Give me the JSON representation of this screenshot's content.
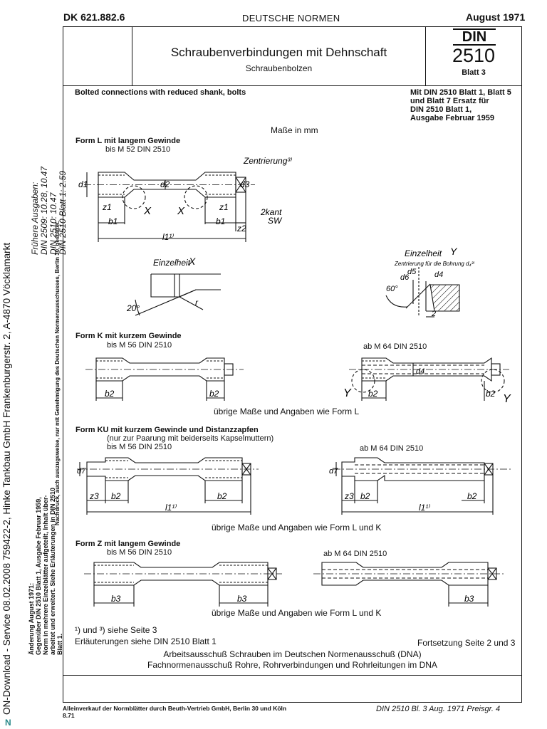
{
  "header": {
    "dk": "DK 621.882.6",
    "series": "DEUTSCHE NORMEN",
    "date": "August 1971"
  },
  "title": {
    "main": "Schraubenverbindungen mit Dehnschaft",
    "sub": "Schraubenbolzen"
  },
  "din": {
    "label": "DIN",
    "number": "2510",
    "sheet": "Blatt 3"
  },
  "side": {
    "download": "ON-Download - Service 08.02.2008 759422-2, Hinke Tankbau GmbH Frankenburgerstr. 2, A-4870 Vöcklamarkt",
    "stamp_logo": "N",
    "previous": [
      "Frühere Ausgaben:",
      "DIN 2509: 10.28, 10.47",
      "DIN 2510: 10.47",
      "DIN 2510 Blatt 1: 2.59"
    ],
    "changes": [
      "Änderung August 1971:",
      "Gegenüber DIN 2510 Blatt 1, Ausgabe Februar 1959,",
      "Norm in mehrere Einzelblätter aufgeteilt, Inhalt über-",
      "arbeitet und erweitert. Siehe Erläuterungen in DIN 2510",
      "Blatt 1.",
      "",
      ""
    ],
    "reprint": "Nachdruck, auch auszugsweise, nur mit Genehmigung des Deutschen Normenausschusses, Berlin 30, gestattet."
  },
  "intro": {
    "english": "Bolted connections with reduced shank, bolts",
    "replacement": [
      "Mit DIN 2510 Blatt 1, Blatt 5",
      "und Blatt 7 Ersatz für",
      "DIN 2510 Blatt 1,",
      "Ausgabe Februar 1959"
    ],
    "units": "Maße in mm"
  },
  "forms": {
    "l": {
      "heading": "Form L mit langem Gewinde",
      "sub": "bis M 52 DIN 2510",
      "labels": {
        "d1": "d1",
        "d2": "d2",
        "d3": "d3",
        "centering": "Zentrierung³⁾",
        "z1": "z1",
        "x": "X",
        "kant": "2kant",
        "sw": "SW",
        "b1": "b1",
        "z2": "z2",
        "l1": "l1¹⁾"
      },
      "detail_x": {
        "title": "Einzelheit",
        "letter": "X",
        "angle": "20°",
        "radius": "r"
      },
      "detail_y": {
        "title": "Einzelheit",
        "letter": "Y",
        "note": "Zentrierung für die Bohrung d₄³⁾",
        "angle": "60°",
        "d6": "d6",
        "d5": "d5",
        "d4": "d4",
        "two": "2"
      }
    },
    "k": {
      "heading": "Form K mit kurzem Gewinde",
      "sub": "bis M 56 DIN 2510",
      "large": "ab M 64 DIN 2510",
      "labels": {
        "b2": "b2",
        "d4": "d4",
        "y": "Y"
      },
      "note": "übrige Maße und Angaben wie Form L"
    },
    "ku": {
      "heading": "Form KU mit kurzem Gewinde und Distanzzapfen",
      "pairing": "(nur zur Paarung mit beiderseits Kapselmuttern)",
      "sub": "bis M 56 DIN 2510",
      "large": "ab M 64 DIN 2510",
      "labels": {
        "d7": "d7",
        "z3": "z3",
        "b2": "b2",
        "l1": "l1¹⁾"
      },
      "note": "übrige Maße und Angaben wie Form L und K"
    },
    "z": {
      "heading": "Form Z mit langem Gewinde",
      "sub": "bis M 56 DIN 2510",
      "large": "ab M 64 DIN 2510",
      "labels": {
        "b3": "b3"
      },
      "note": "übrige Maße und Angaben wie Form L und K"
    }
  },
  "footer": {
    "footnote": "¹) und ³) siehe Seite 3",
    "explanation": "Erläuterungen siehe DIN 2510 Blatt 1",
    "continuation": "Fortsetzung Seite 2 und 3",
    "committee": [
      "Arbeitsausschuß Schrauben im Deutschen Normenausschuß (DNA)",
      "Fachnormenausschuß Rohre, Rohrverbindungen und Rohrleitungen im DNA"
    ]
  },
  "bottom": {
    "distribution": "Alleinverkauf der Normblätter durch Beuth-Vertrieb GmbH, Berlin 30 und Köln",
    "code": "8.71",
    "reference": "DIN 2510 Bl. 3   Aug. 1971   Preisgr. 4"
  }
}
